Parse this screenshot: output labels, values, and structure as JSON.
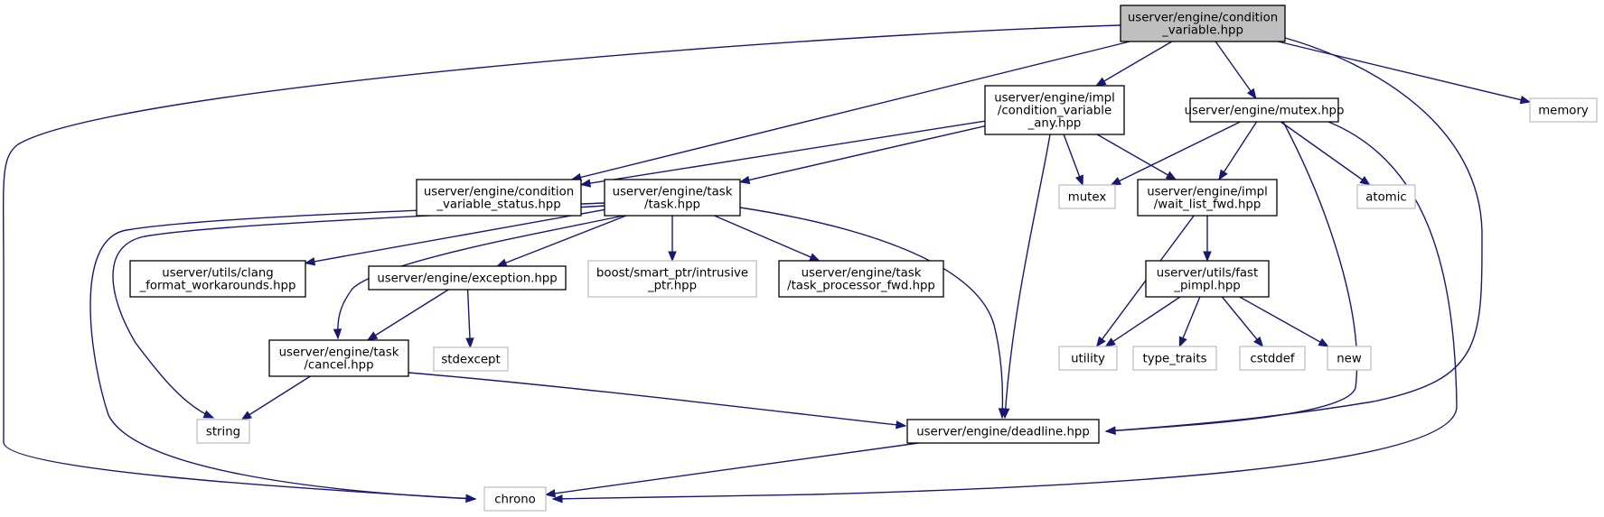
{
  "nodes": {
    "condvar": {
      "lines": [
        "userver/engine/condition",
        "_variable.hpp"
      ]
    },
    "impl_cva": {
      "lines": [
        "userver/engine/impl",
        "/condition_variable",
        "_any.hpp"
      ]
    },
    "mutex_hpp": {
      "lines": [
        "userver/engine/mutex.hpp"
      ]
    },
    "memory": {
      "lines": [
        "memory"
      ]
    },
    "cv_status": {
      "lines": [
        "userver/engine/condition",
        "_variable_status.hpp"
      ]
    },
    "task": {
      "lines": [
        "userver/engine/task",
        "/task.hpp"
      ]
    },
    "mutex": {
      "lines": [
        "mutex"
      ]
    },
    "wait_list": {
      "lines": [
        "userver/engine/impl",
        "/wait_list_fwd.hpp"
      ]
    },
    "atomic": {
      "lines": [
        "atomic"
      ]
    },
    "clang": {
      "lines": [
        "userver/utils/clang",
        "_format_workarounds.hpp"
      ]
    },
    "exception": {
      "lines": [
        "userver/engine/exception.hpp"
      ]
    },
    "boost": {
      "lines": [
        "boost/smart_ptr/intrusive",
        "_ptr.hpp"
      ]
    },
    "tpfwd": {
      "lines": [
        "userver/engine/task",
        "/task_processor_fwd.hpp"
      ]
    },
    "fast_pimpl": {
      "lines": [
        "userver/utils/fast",
        "_pimpl.hpp"
      ]
    },
    "cancel": {
      "lines": [
        "userver/engine/task",
        "/cancel.hpp"
      ]
    },
    "stdexcept": {
      "lines": [
        "stdexcept"
      ]
    },
    "utility": {
      "lines": [
        "utility"
      ]
    },
    "type_traits": {
      "lines": [
        "type_traits"
      ]
    },
    "cstddef": {
      "lines": [
        "cstddef"
      ]
    },
    "new": {
      "lines": [
        "new"
      ]
    },
    "string": {
      "lines": [
        "string"
      ]
    },
    "deadline": {
      "lines": [
        "userver/engine/deadline.hpp"
      ]
    },
    "chrono": {
      "lines": [
        "chrono"
      ]
    }
  },
  "edges": [
    {
      "from": "condvar",
      "to": "chrono"
    },
    {
      "from": "condvar",
      "to": "cv_status"
    },
    {
      "from": "condvar",
      "to": "impl_cva"
    },
    {
      "from": "condvar",
      "to": "mutex_hpp"
    },
    {
      "from": "condvar",
      "to": "deadline"
    },
    {
      "from": "condvar",
      "to": "memory"
    },
    {
      "from": "impl_cva",
      "to": "cv_status"
    },
    {
      "from": "impl_cva",
      "to": "task"
    },
    {
      "from": "impl_cva",
      "to": "deadline"
    },
    {
      "from": "impl_cva",
      "to": "mutex"
    },
    {
      "from": "impl_cva",
      "to": "wait_list"
    },
    {
      "from": "mutex_hpp",
      "to": "mutex"
    },
    {
      "from": "mutex_hpp",
      "to": "wait_list"
    },
    {
      "from": "mutex_hpp",
      "to": "atomic"
    },
    {
      "from": "mutex_hpp",
      "to": "deadline"
    },
    {
      "from": "mutex_hpp",
      "to": "chrono"
    },
    {
      "from": "task",
      "to": "clang"
    },
    {
      "from": "task",
      "to": "exception"
    },
    {
      "from": "task",
      "to": "boost"
    },
    {
      "from": "task",
      "to": "tpfwd"
    },
    {
      "from": "task",
      "to": "cancel"
    },
    {
      "from": "task",
      "to": "string"
    },
    {
      "from": "task",
      "to": "chrono"
    },
    {
      "from": "task",
      "to": "deadline"
    },
    {
      "from": "exception",
      "to": "cancel"
    },
    {
      "from": "exception",
      "to": "stdexcept"
    },
    {
      "from": "wait_list",
      "to": "fast_pimpl"
    },
    {
      "from": "wait_list",
      "to": "utility"
    },
    {
      "from": "fast_pimpl",
      "to": "utility"
    },
    {
      "from": "fast_pimpl",
      "to": "type_traits"
    },
    {
      "from": "fast_pimpl",
      "to": "cstddef"
    },
    {
      "from": "fast_pimpl",
      "to": "new"
    },
    {
      "from": "cancel",
      "to": "string"
    },
    {
      "from": "cancel",
      "to": "deadline"
    },
    {
      "from": "deadline",
      "to": "chrono"
    }
  ]
}
